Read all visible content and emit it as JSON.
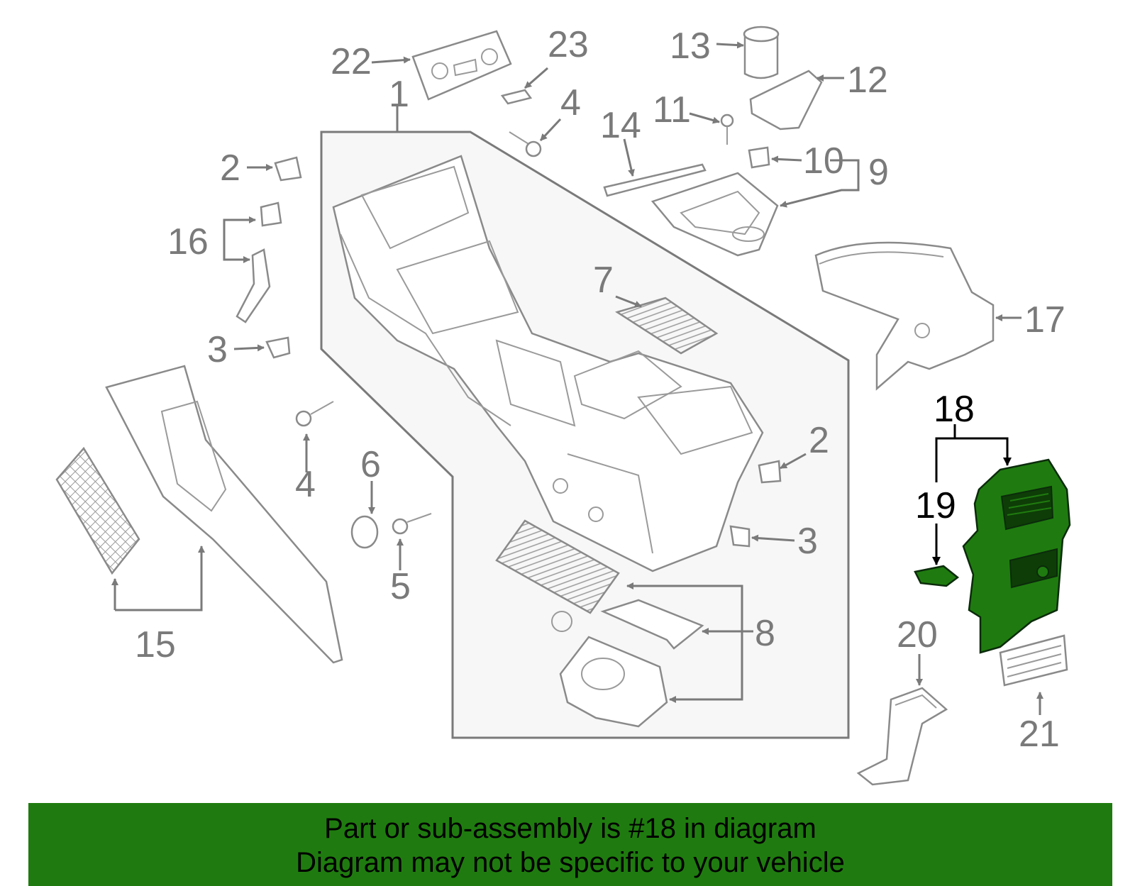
{
  "diagram": {
    "highlight_color": "#1f7b0f",
    "part_color": "#8a8a8a",
    "callouts": {
      "c1": "1",
      "c2a": "2",
      "c2b": "2",
      "c3a": "3",
      "c3b": "3",
      "c4a": "4",
      "c4b": "4",
      "c5": "5",
      "c6": "6",
      "c7": "7",
      "c8": "8",
      "c9": "9",
      "c10": "10",
      "c11": "11",
      "c12": "12",
      "c13": "13",
      "c14": "14",
      "c15": "15",
      "c16": "16",
      "c17": "17",
      "c18": "18",
      "c19": "19",
      "c20": "20",
      "c21": "21",
      "c22": "22",
      "c23": "23"
    }
  },
  "banner": {
    "line1": "Part or sub-assembly is #18 in diagram",
    "line2": "Diagram may not be specific to your vehicle"
  }
}
